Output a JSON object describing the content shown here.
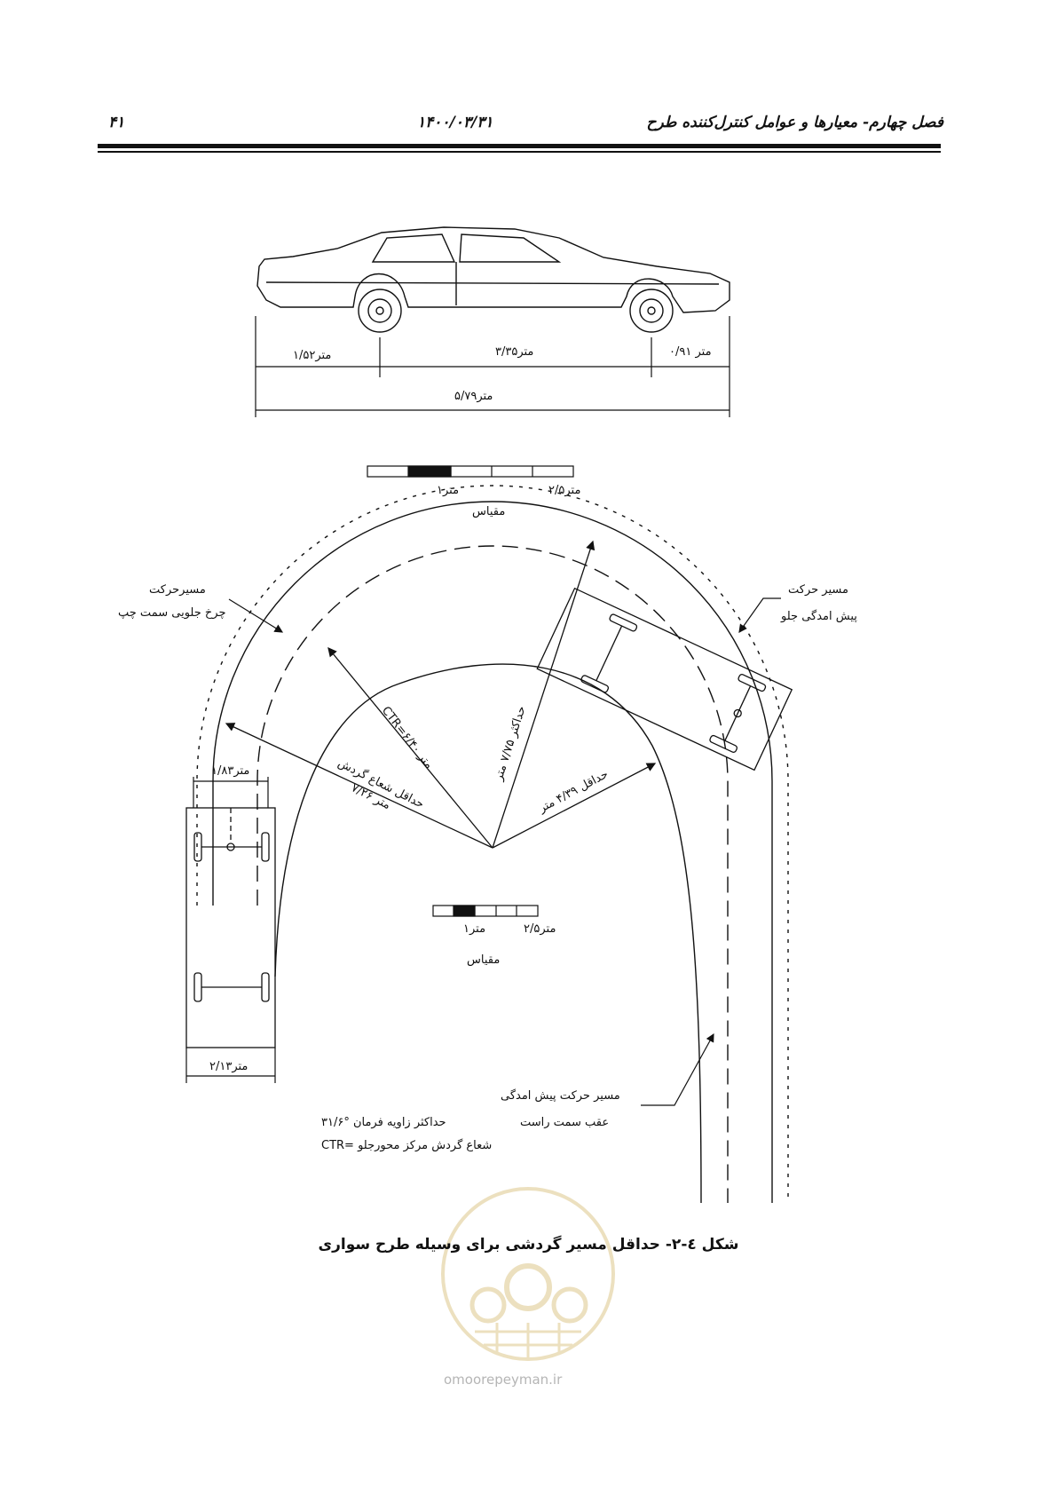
{
  "header": {
    "title": "فصل چهارم- معیارها و عوامل کنترل‌کننده طرح",
    "date": "۱۴۰۰/۰۳/۳۱",
    "page": "۴۱"
  },
  "car_dims": {
    "rear_overhang": "۱/۵۲متر",
    "wheelbase": "۳/۳۵متر",
    "front_overhang": "۰/۹۱ متر",
    "total_length": "۵/۷۹متر"
  },
  "scale_top": {
    "label_a": "۲/۵متر",
    "label_b": "۱متر",
    "title": "مقیاس"
  },
  "scale_mid": {
    "label_a": "۲/۵متر",
    "label_b": "۱متر",
    "title": "مقیاس"
  },
  "labels": {
    "left_front_wheel_1": "مسیرحرکت",
    "left_front_wheel_2": "چرخ جلویی سمت چپ",
    "front_overhang_1": "مسیر حرکت",
    "front_overhang_2": "پیش امدگی جلو",
    "rear_overhang_1": "مسیر حرکت پیش امدگی",
    "rear_overhang_2": "عقب سمت راست",
    "width_top": "۱/۸۳متر",
    "width_bottom": "۲/۱۳متر",
    "ctr": "CTR=۶/۴۰ متر",
    "min_radius_1": "حداقل شعاع گردش",
    "min_radius_2": "۷/۲۶ متر",
    "max_radius": "حداکثر ۷/۷۵ متر",
    "min_inner": "حداقل ۴/۳۹ متر"
  },
  "notes": {
    "steering": "حداکثر زاویه فرمان °۳۱/۶",
    "ctr_def": "CTR= شعاع گردش مرکز محورجلو"
  },
  "caption": "شکل ٤-٢- حداقل مسیر گردشی برای وسیله طرح سواری",
  "watermark": "omoorepeyman.ir"
}
